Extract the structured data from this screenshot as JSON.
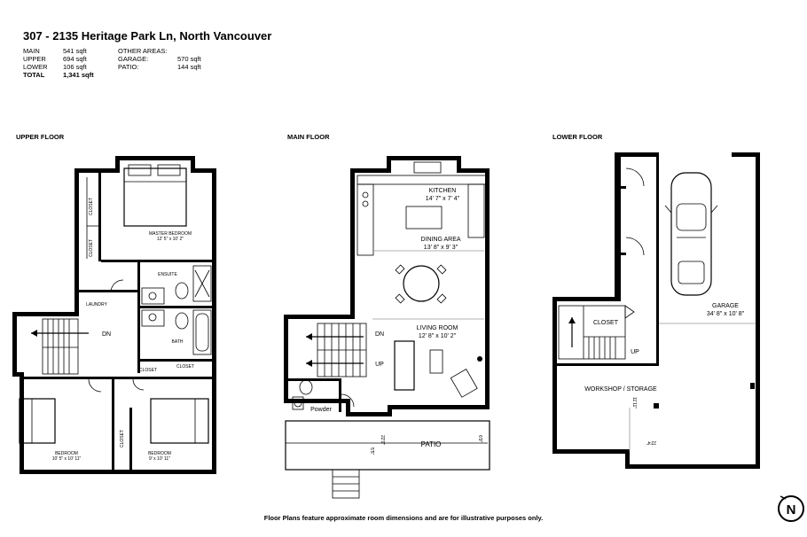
{
  "header": {
    "title": "307 - 2135 Heritage Park Ln, North Vancouver"
  },
  "areas": {
    "rows": [
      {
        "label": "MAIN",
        "value": "541 sqft",
        "other_label": "OTHER AREAS:",
        "other_value": ""
      },
      {
        "label": "UPPER",
        "value": "694 sqft",
        "other_label": "GARAGE:",
        "other_value": "570 sqft"
      },
      {
        "label": "LOWER",
        "value": "106 sqft",
        "other_label": "PATIO:",
        "other_value": "144 sqft"
      },
      {
        "label": "TOTAL",
        "value": "1,341 sqft",
        "other_label": "",
        "other_value": ""
      }
    ]
  },
  "floors": {
    "upper": {
      "label": "UPPER FLOOR",
      "rooms": {
        "closet_1": "CLOSET",
        "closet_2": "CLOSET",
        "master_bedroom": "MASTER BEDROOM",
        "master_dims": "12' 5\" x 10' 2\"",
        "ensuite": "ENSUITE",
        "laundry": "LAUNDRY",
        "bath": "BATH",
        "dn": "DN",
        "closet_3": "CLOSET",
        "closet_4": "CLOSET",
        "closet_5": "CLOSET",
        "bedroom_1": "BEDROOM",
        "bedroom_1_dims": "10' 5\" x 10' 11\"",
        "bedroom_2": "BEDROOM",
        "bedroom_2_dims": "9' x 10' 11\""
      }
    },
    "main": {
      "label": "MAIN FLOOR",
      "rooms": {
        "kitchen": "KITCHEN",
        "kitchen_dims": "14' 7\" x 7' 4\"",
        "dining": "DINING AREA",
        "dining_dims": "13' 8\" x 9' 3\"",
        "living": "LIVING ROOM",
        "living_dims": "12' 8\" x 10' 2\"",
        "dn": "DN",
        "up": "UP",
        "powder": "Powder",
        "patio": "PATIO",
        "patio_dim_1": "22'9\"",
        "patio_dim_2": "5'5\"",
        "patio_dim_3": "6'9\""
      }
    },
    "lower": {
      "label": "LOWER FLOOR",
      "rooms": {
        "closet": "CLOSET",
        "garage": "GARAGE",
        "garage_dims": "34' 8\" x 10' 8\"",
        "up": "UP",
        "workshop": "WORKSHOP / STORAGE",
        "dim_v": "11'11\"",
        "dim_h": "22'4\""
      }
    }
  },
  "footnote": "Floor Plans feature approximate room dimensions and are for illustrative purposes only.",
  "compass": {
    "letter": "N"
  }
}
